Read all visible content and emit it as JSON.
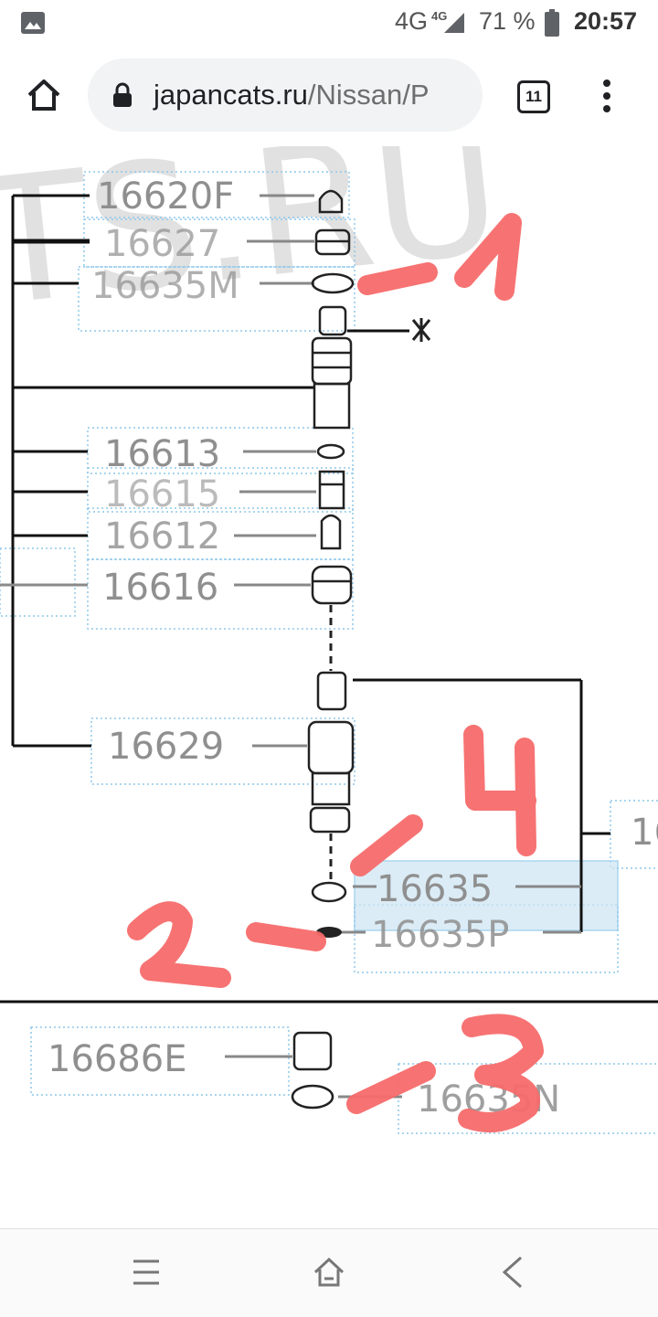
{
  "status_bar": {
    "network": "4G",
    "network_small": "4G",
    "battery": "71 %",
    "time": "20:57",
    "icons": [
      "image-icon",
      "signal-icon",
      "battery-icon"
    ]
  },
  "browser": {
    "url_host": "japancats.ru",
    "url_path": "/Nissan/P",
    "tab_count": "11",
    "icons": [
      "home-icon",
      "lock-icon",
      "tabs-icon",
      "menu-dots-icon"
    ]
  },
  "diagram": {
    "watermark": "TS.RU",
    "part_numbers": {
      "p16620F": "16620F",
      "p16627": "16627",
      "p16635M": "16635M",
      "p16613": "16613",
      "p16615": "16615",
      "p16612": "16612",
      "p16616": "16616",
      "p16629": "16629",
      "p16635": "16635",
      "p16635P": "16635P",
      "p16686E": "16686E",
      "p16635N": "16635N",
      "cut_right": "16"
    },
    "annotations": {
      "a1": "1",
      "a2": "2",
      "a3": "3",
      "a4": "4"
    },
    "annotation_color": "#f76b6b",
    "highlight_color": "#cfe6f3"
  },
  "nav_bar": {
    "icons": [
      "menu-icon",
      "home-nav-icon",
      "back-icon"
    ]
  }
}
